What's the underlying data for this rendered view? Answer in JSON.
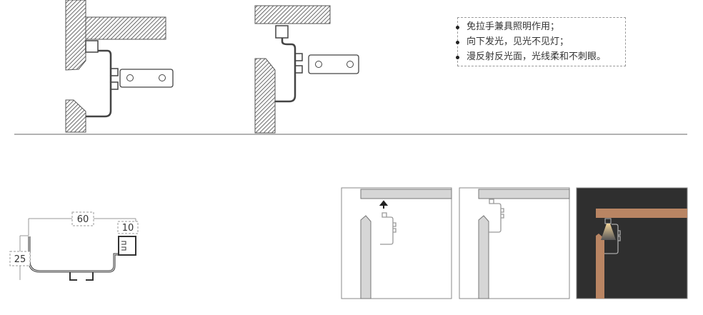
{
  "features": [
    "免拉手兼具照明作用；",
    "向下发光，见光不见灯；",
    "漫反射反光面，光线柔和不刺眼。"
  ],
  "dimensions": {
    "width": "60",
    "lip": "10",
    "height": "25"
  },
  "colors": {
    "panel_dark": "#2f2f2f",
    "wood": "#b98563",
    "line": "#555555"
  }
}
